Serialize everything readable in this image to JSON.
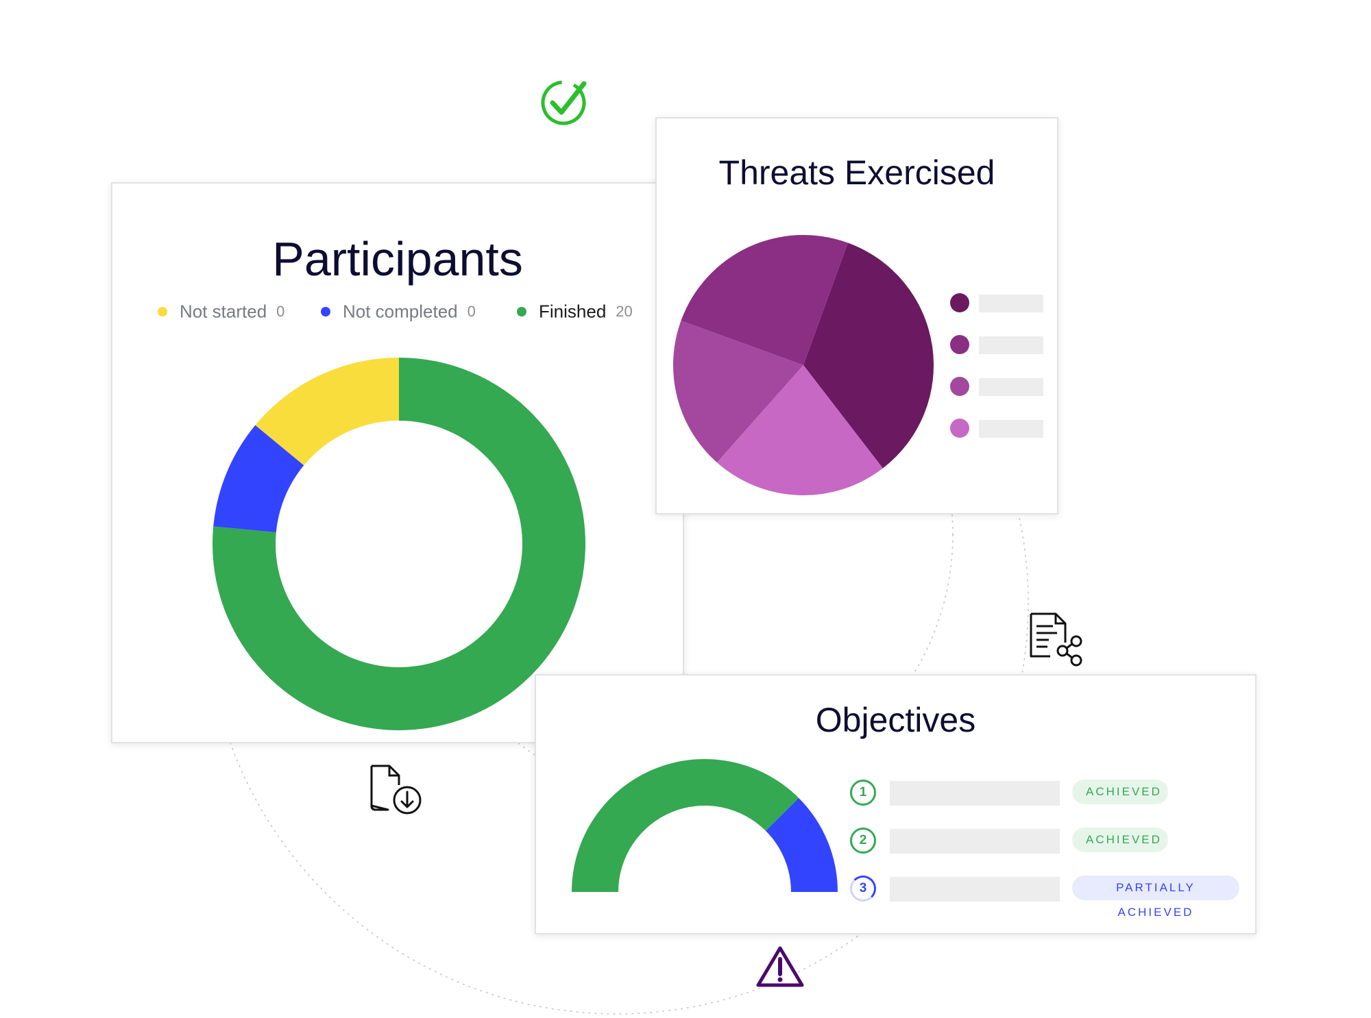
{
  "colors": {
    "green": "#35a852",
    "yellow": "#f8dd3d",
    "blue": "#3344ff",
    "dark_purple": "#6b1960",
    "icon_purple": "#4b0a6b"
  },
  "icons": {
    "top": "check-circle-icon",
    "left_bottom": "file-download-icon",
    "right": "document-share-icon",
    "bottom": "warning-triangle-icon"
  },
  "chart_data": [
    {
      "type": "pie",
      "variant": "donut",
      "title": "Participants",
      "legend": [
        {
          "label": "Not started",
          "count": "0",
          "color": "#f8dd3d"
        },
        {
          "label": "Not completed",
          "count": "0",
          "color": "#3344ff"
        },
        {
          "label": "Finished",
          "count": "20",
          "color": "#35a852"
        }
      ],
      "slices": [
        {
          "label": "Not started",
          "value": 14,
          "color": "#f8dd3d"
        },
        {
          "label": "Not completed",
          "value": 9.5,
          "color": "#3344ff"
        },
        {
          "label": "Finished",
          "value": 76.5,
          "color": "#35a852"
        }
      ],
      "legend_placement": "top"
    },
    {
      "type": "pie",
      "title": "Threats Exercised",
      "slices": [
        {
          "value": 34,
          "color": "#6b1960"
        },
        {
          "value": 22,
          "color": "#c768c4"
        },
        {
          "value": 19,
          "color": "#a3489e"
        },
        {
          "value": 25,
          "color": "#8a2f84"
        }
      ],
      "legend": [
        {
          "color": "#6b1960"
        },
        {
          "color": "#8a2f84"
        },
        {
          "color": "#a3489e"
        },
        {
          "color": "#c768c4"
        }
      ],
      "legend_placement": "right"
    },
    {
      "type": "gauge",
      "title": "Objectives",
      "segments": [
        {
          "value": 75,
          "color": "#35a852"
        },
        {
          "value": 25,
          "color": "#3344ff"
        }
      ],
      "items": [
        {
          "number": "1",
          "status": "ACHIEVED"
        },
        {
          "number": "2",
          "status": "ACHIEVED"
        },
        {
          "number": "3",
          "status": "PARTIALLY ACHIEVED"
        }
      ]
    }
  ]
}
